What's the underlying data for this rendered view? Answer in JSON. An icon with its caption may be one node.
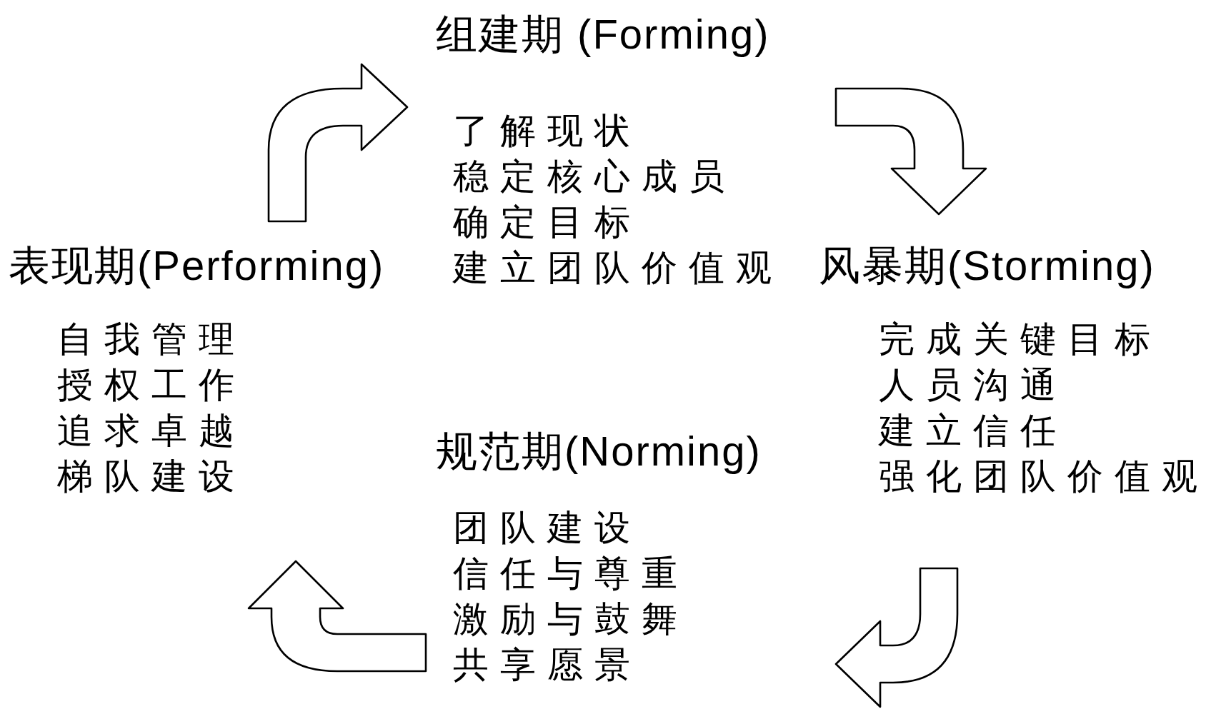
{
  "diagram": {
    "nodes": [
      {
        "text": [
          "组建期 (Forming)",
          "了解现状",
          "稳定核心成员",
          "确定目标",
          "建立团队价值观"
        ]
      },
      {
        "text": [
          "风暴期(Storming)",
          "完成关键目标",
          "人员沟通",
          "建立信任",
          "强化团队价值观"
        ]
      },
      {
        "text": [
          "规范期(Norming)",
          "团队建设",
          "信任与尊重",
          "激励与鼓舞",
          "共享愿景"
        ]
      },
      {
        "text": [
          "表现期(Performing)",
          "自我管理",
          "授权工作",
          "追求卓越",
          "梯队建设"
        ]
      }
    ],
    "edges": [
      {
        "from": 0,
        "to": 1,
        "arrow": "to"
      },
      {
        "from": 1,
        "to": 2,
        "arrow": "to"
      },
      {
        "from": 2,
        "to": 3,
        "arrow": "to"
      },
      {
        "from": 3,
        "to": 0,
        "arrow": "to"
      }
    ]
  }
}
